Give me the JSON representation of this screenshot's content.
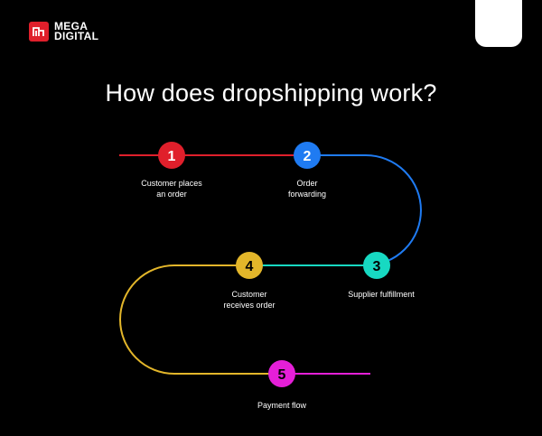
{
  "brand": {
    "line1": "MEGA",
    "line2": "DIGITAL"
  },
  "title": "How does dropshipping work?",
  "colors": {
    "step1": "#e01f2b",
    "step2": "#1f7bf2",
    "step3": "#17d9c2",
    "step4": "#e3b62a",
    "step5": "#e51fd8"
  },
  "steps": [
    {
      "number": "1",
      "label": "Customer places\nan order"
    },
    {
      "number": "2",
      "label": "Order\nforwarding"
    },
    {
      "number": "3",
      "label": "Supplier fulfillment"
    },
    {
      "number": "4",
      "label": "Customer\nreceives order"
    },
    {
      "number": "5",
      "label": "Payment flow"
    }
  ]
}
